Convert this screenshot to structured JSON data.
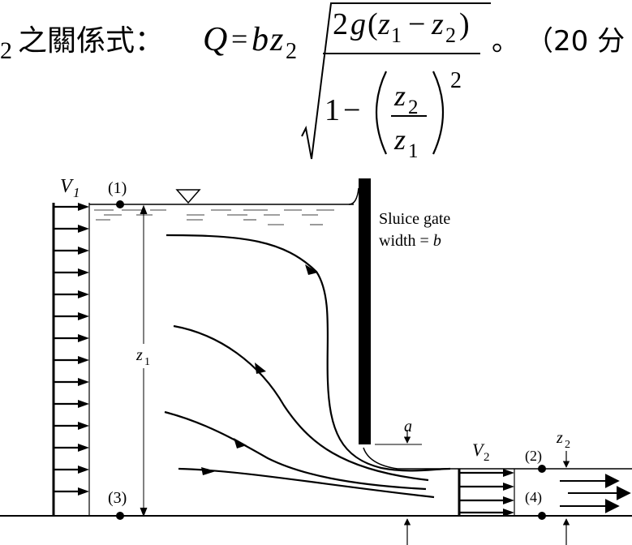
{
  "equation": {
    "lead_sub": "2",
    "relation_text": "之關係式：",
    "lhs": "Q",
    "equals": "=",
    "coef_b": "b",
    "coef_z": "z",
    "coef_sub": "2",
    "num_left": "2",
    "num_g": "g",
    "num_paren_open": "(",
    "num_z1": "z",
    "num_z1_sub": "1",
    "num_minus": "−",
    "num_z2": "z",
    "num_z2_sub": "2",
    "num_paren_close": ")",
    "den_one": "1",
    "den_minus": "−",
    "frac_z2": "z",
    "frac_z2_sub": "2",
    "frac_z1": "z",
    "frac_z1_sub": "1",
    "power": "2",
    "period": "。",
    "points": "（20 分"
  },
  "diagram": {
    "v1_label": "V",
    "v1_sub": "1",
    "point1": "(1)",
    "point2": "(2)",
    "point3": "(3)",
    "point4": "(4)",
    "gate_label_line1": "Sluice gate",
    "gate_label_line2_prefix": "width = ",
    "gate_label_line2_var": "b",
    "z1_label": "z",
    "z1_sub": "1",
    "a_label": "a",
    "v2_label": "V",
    "v2_sub": "2",
    "z2_label": "z",
    "z2_sub": "2"
  }
}
